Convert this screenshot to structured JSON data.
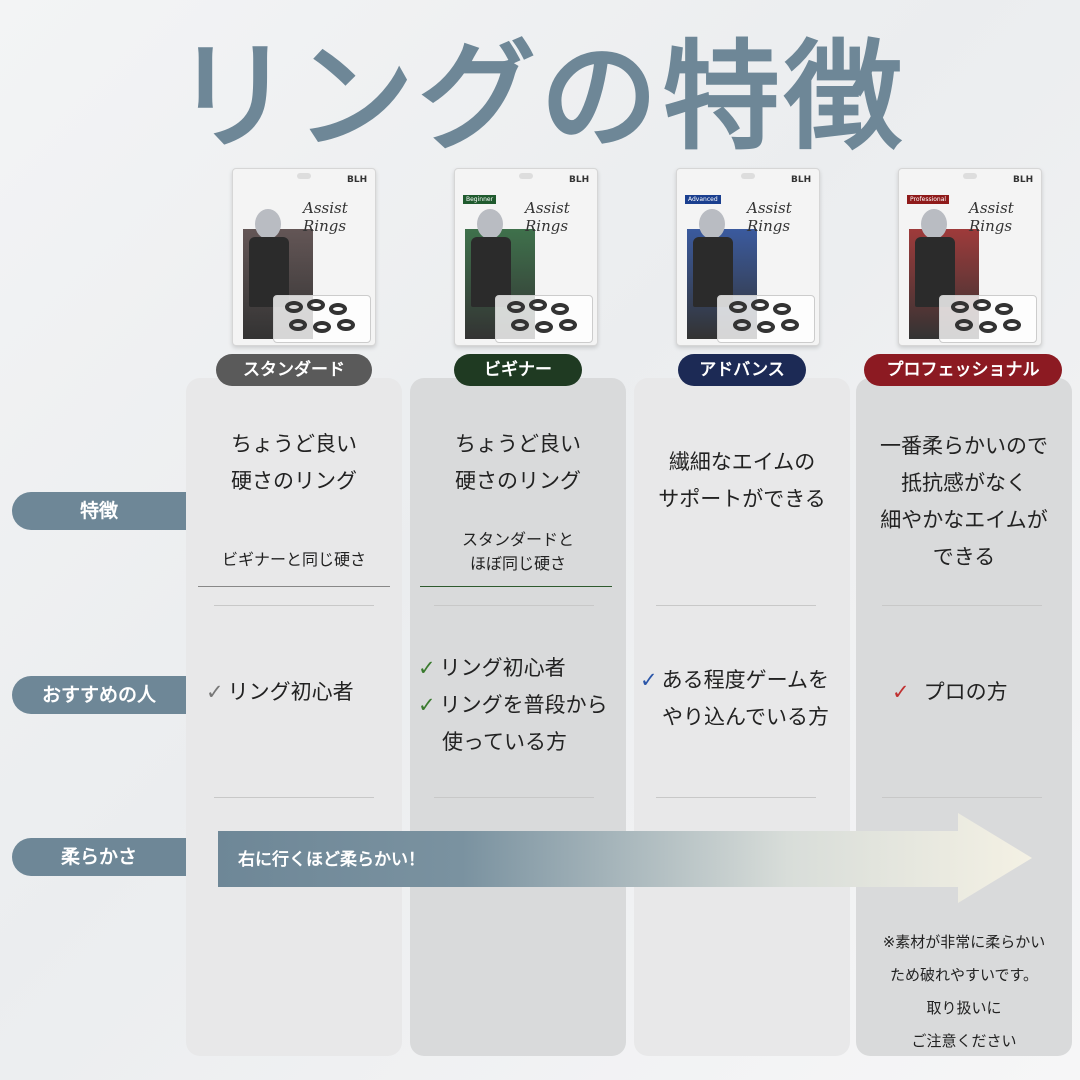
{
  "title": "リングの特徴",
  "packages": [
    {
      "script": "Assist Rings",
      "tag": "",
      "logo": "BLH",
      "accent": "#4a3a3a"
    },
    {
      "script": "Assist Rings",
      "tag": "Beginner",
      "logo": "BLH",
      "accent": "#1f5a2e"
    },
    {
      "script": "Assist Rings",
      "tag": "Advanced",
      "logo": "BLH",
      "accent": "#1a3f8f"
    },
    {
      "script": "Assist Rings",
      "tag": "Professional",
      "logo": "BLH",
      "accent": "#8f1a1a"
    }
  ],
  "tiers": [
    {
      "label": "スタンダード",
      "color": "#5a5a5a",
      "check_color": "#777777"
    },
    {
      "label": "ビギナー",
      "color": "#1f3a22",
      "check_color": "#3a7a2e"
    },
    {
      "label": "アドバンス",
      "color": "#1c2a55",
      "check_color": "#2a55a8"
    },
    {
      "label": "プロフェッショナル",
      "color": "#8c1a22",
      "check_color": "#c03030"
    }
  ],
  "row_labels": {
    "features": "特徴",
    "recommended": "おすすめの人",
    "softness": "柔らかさ"
  },
  "features": [
    {
      "main": [
        "ちょうど良い",
        "硬さのリング"
      ],
      "note": [
        "ビギナーと同じ硬さ"
      ]
    },
    {
      "main": [
        "ちょうど良い",
        "硬さのリング"
      ],
      "note": [
        "スタンダードと",
        "ほぼ同じ硬さ"
      ]
    },
    {
      "main": [
        "繊細なエイムの",
        "サポートができる"
      ],
      "note": []
    },
    {
      "main": [
        "一番柔らかいので",
        "抵抗感がなく",
        "細やかなエイムが",
        "できる"
      ],
      "note": []
    }
  ],
  "recommended": [
    [
      {
        "check": "✓",
        "text": "リング初心者"
      }
    ],
    [
      {
        "check": "✓",
        "text": "リング初心者"
      },
      {
        "check": "✓",
        "text": "リングを普段から"
      },
      {
        "check": "",
        "text": "使っている方"
      }
    ],
    [
      {
        "check": "✓",
        "text": "ある程度ゲームを"
      },
      {
        "check": "",
        "text": "やり込んでいる方"
      }
    ],
    [
      {
        "check": "✓",
        "text": "プロの方"
      }
    ]
  ],
  "softness_text": "右に行くほど柔らかい！",
  "footnote": [
    "※素材が非常に柔らかい",
    "ため破れやすいです。",
    "取り扱いに",
    "ご注意ください"
  ]
}
